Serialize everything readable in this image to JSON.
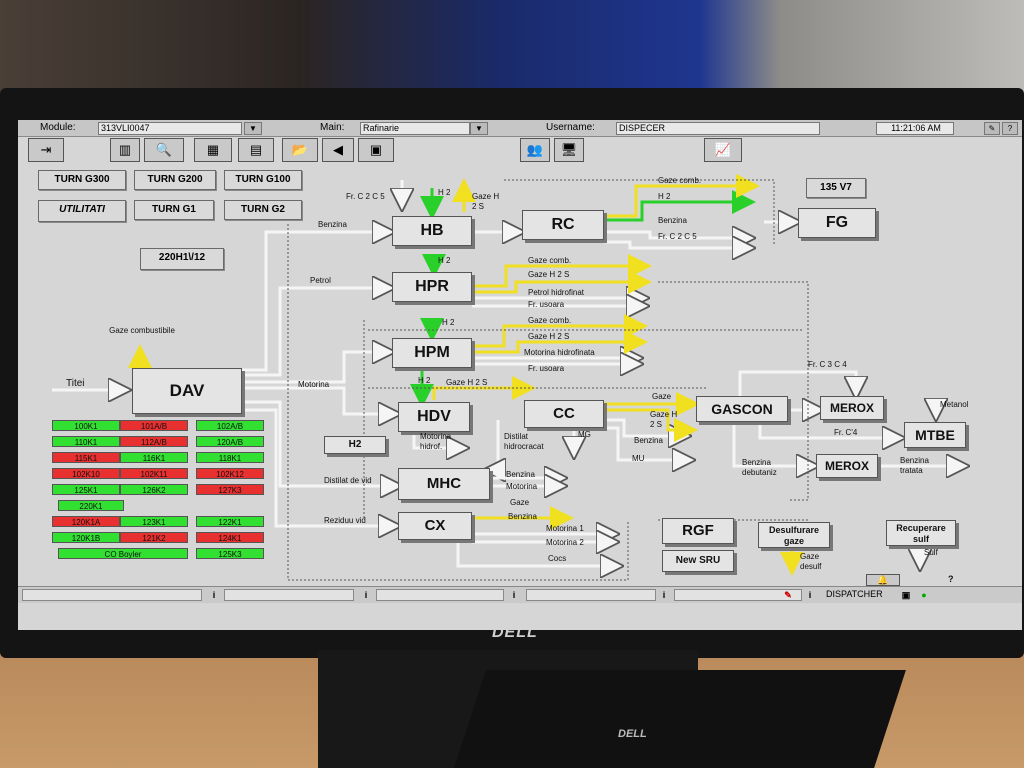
{
  "header": {
    "module_label": "Module:",
    "module_value": "313VLI0047",
    "main_label": "Main:",
    "main_value": "Rafinarie",
    "username_label": "Username:",
    "username_value": "DISPECER",
    "time": "11:21:06 AM",
    "help": "?"
  },
  "nav_buttons": [
    "TURN G300",
    "TURN G200",
    "TURN G100",
    "UTILITATI",
    "TURN G1",
    "TURN G2",
    "220H1\\/12",
    "135 V7"
  ],
  "units": {
    "hb": "HB",
    "hpr": "HPR",
    "hpm": "HPM",
    "hdv": "HDV",
    "dav": "DAV",
    "mhc": "MHC",
    "cx": "CX",
    "rc": "RC",
    "fg": "FG",
    "cc": "CC",
    "gascon": "GASCON",
    "merox1": "MEROX",
    "merox2": "MEROX",
    "mtbe": "MTBE",
    "rgf": "RGF",
    "newsru": "New SRU",
    "desulf": "Desulfurare gaze",
    "recup": "Recuperare sulf",
    "h2": "H2"
  },
  "stream_labels": {
    "gaze_comb_dav": "Gaze combustibile",
    "titei": "Titei",
    "benzina": "Benzina",
    "petrol": "Petrol",
    "motorina": "Motorina",
    "distilat_vid": "Distilat de vid",
    "reziduu_vid": "Reziduu vid",
    "frc2c5": "Fr. C 2 C 5",
    "h2": "H 2",
    "gaze_h2s": "Gaze H 2 S",
    "rc_gaze_comb": "Gaze comb.",
    "rc_h2": "H 2",
    "rc_benzina": "Benzina",
    "rc_frc2c5": "Fr. C 2 C 5",
    "hpr_gaze_comb": "Gaze comb.",
    "hpr_gaze_h2s": "Gaze H 2 S",
    "hpr_petrol_hidro": "Petrol hidrofinat",
    "hpr_fr_usoara": "Fr. usoara",
    "hpm_h2": "H 2",
    "hpm_gaze_comb": "Gaze comb.",
    "hpm_gaze_h2s": "Gaze H 2 S",
    "hpm_motorina_hidro": "Motorina hidrofinata",
    "hpm_fr_usoara": "Fr. usoara",
    "hdv_h2": "H 2",
    "hdv_gaze_h2s": "Gaze H 2 S",
    "hdv_motorina_hidrof": "Motorina hidrof.",
    "distilat_hidrocracat": "Distilat hidrocracat",
    "cc_gaze": "Gaze",
    "cc_gaze_h2s": "Gaze H 2 S",
    "cc_benzina": "Benzina",
    "cc_mu": "MU",
    "cc_mg": "MG",
    "mhc_benzina": "Benzina",
    "mhc_motorina": "Motorina",
    "cx_gaze": "Gaze",
    "cx_benzina": "Benzina",
    "cx_motorina1": "Motorina 1",
    "cx_motorina2": "Motorina 2",
    "cx_cocs": "Cocs",
    "gascon_frc3c4": "Fr. C 3 C 4",
    "gascon_frc4": "Fr. C'4",
    "benzina_debutaniz": "Benzina debutaniz",
    "benzina_tratata": "Benzina tratata",
    "metanol": "Metanol",
    "gaze_desulf": "Gaze desulf",
    "sulf": "Sulf"
  },
  "status_tags": [
    {
      "label": "100K1",
      "color": "g"
    },
    {
      "label": "101A/B",
      "color": "r"
    },
    {
      "label": "102A/B",
      "color": "g"
    },
    {
      "label": "110K1",
      "color": "g"
    },
    {
      "label": "112A/B",
      "color": "r"
    },
    {
      "label": "120A/B",
      "color": "g"
    },
    {
      "label": "115K1",
      "color": "r"
    },
    {
      "label": "116K1",
      "color": "g"
    },
    {
      "label": "118K1",
      "color": "g"
    },
    {
      "label": "102K10",
      "color": "r"
    },
    {
      "label": "102K11",
      "color": "r"
    },
    {
      "label": "102K12",
      "color": "r"
    },
    {
      "label": "125K1",
      "color": "g"
    },
    {
      "label": "126K2",
      "color": "g"
    },
    {
      "label": "127K3",
      "color": "r"
    },
    {
      "label": "220K1",
      "color": "g"
    },
    {
      "label": "120K1A",
      "color": "r"
    },
    {
      "label": "123K1",
      "color": "g"
    },
    {
      "label": "122K1",
      "color": "g"
    },
    {
      "label": "120K1B",
      "color": "g"
    },
    {
      "label": "121K2",
      "color": "r"
    },
    {
      "label": "124K1",
      "color": "r"
    },
    {
      "label": "CO Boyler",
      "color": "g"
    },
    {
      "label": "125K3",
      "color": "g"
    }
  ],
  "footer": {
    "dispatcher": "DISPATCHER",
    "info": "i"
  },
  "colors": {
    "screen_bg": "#d6d6d6",
    "arrow_green": "#2ad02a",
    "arrow_yellow": "#f0e020",
    "tag_green": "#32e032",
    "tag_red": "#e83030"
  }
}
